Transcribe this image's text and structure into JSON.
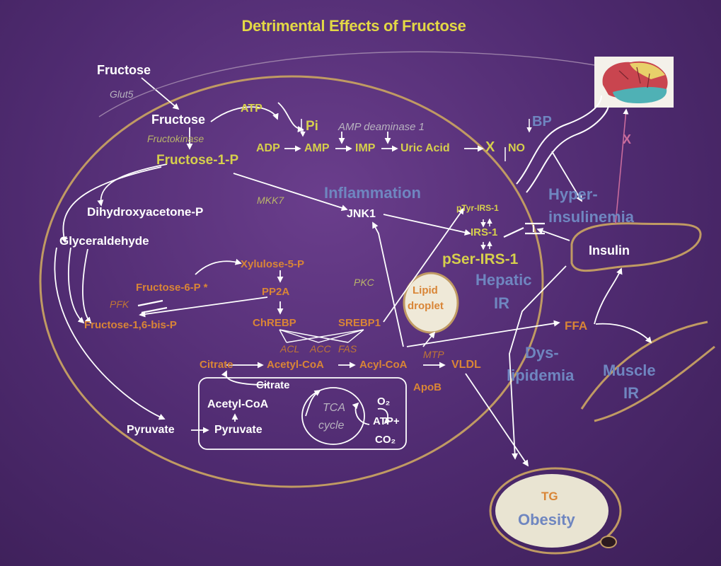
{
  "title": "Detrimental Effects of Fructose",
  "labels": {
    "fructose_outside": "Fructose",
    "glut5": "Glut5",
    "fructose_inside": "Fructose",
    "fructokinase": "Fructokinase",
    "fructose_1_p": "Fructose-1-P",
    "atp": "ATP",
    "pi": "Pi",
    "amp_deaminase": "AMP deaminase 1",
    "adp": "ADP",
    "amp": "AMP",
    "imp": "IMP",
    "uric_acid": "Uric Acid",
    "x_block": "X",
    "no": "NO",
    "bp": "BP",
    "inflammation": "Inflammation",
    "mkk7": "MKK7",
    "jnk1": "JNK1",
    "ptyr_irs1": "pTyr-IRS-1",
    "irs1": "IRS-1",
    "pser_irs1": "pSer-IRS-1",
    "hyper": "Hyper-",
    "insulinemia": "insulinemia",
    "insulin": "Insulin",
    "dhap": "Dihydroxyacetone-P",
    "glyceraldehyde": "Glyceraldehyde",
    "xylulose": "Xylulose-5-P",
    "fructose_6_p": "Fructose-6-P *",
    "pp2a": "PP2A",
    "pfk": "PFK",
    "f16bp": "Fructose-1,6-bis-P",
    "pkc": "PKC",
    "lipid": "Lipid",
    "droplet": "droplet",
    "hepatic": "Hepatic",
    "ir": "IR",
    "chrebp": "ChREBP",
    "srebp1": "SREBP1",
    "ffa": "FFA",
    "acl": "ACL",
    "acc": "ACC",
    "fas": "FAS",
    "citrate_out": "Citrate",
    "acetyl_coa_out": "Acetyl-CoA",
    "acyl_coa": "Acyl-CoA",
    "mtp": "MTP",
    "vldl": "VLDL",
    "apob": "ApoB",
    "dys": "Dys-",
    "lipidemia": "lipidemia",
    "muscle": "Muscle",
    "muscle_ir": "IR",
    "citrate_in": "Citrate",
    "acetyl_coa_in": "Acetyl-CoA",
    "tca": "TCA",
    "cycle": "cycle",
    "o2": "O₂",
    "atp_plus": "ATP+",
    "co2": "CO₂",
    "pyruvate_out": "Pyruvate",
    "pyruvate_in": "Pyruvate",
    "tg": "TG",
    "obesity": "Obesity",
    "brain_x": "X"
  },
  "colors": {
    "background": "#4e2a6f",
    "cell_membrane": "#c09a63",
    "title": "#e3d845",
    "metabolite_white": "#ffffff",
    "metabolite_yellow": "#d6cf4c",
    "metabolite_orange": "#d98536",
    "disease_blue": "#6f86c0",
    "inhibit_pink": "#c86b9c"
  }
}
